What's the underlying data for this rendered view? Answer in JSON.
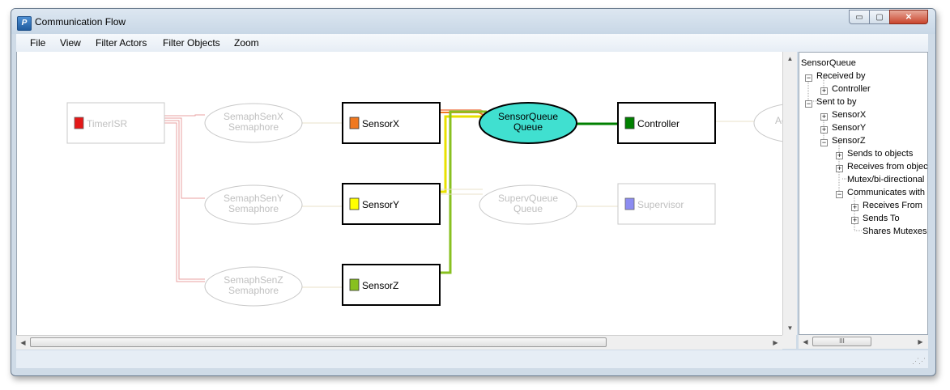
{
  "window": {
    "title": "Communication Flow"
  },
  "window_controls": {
    "minimize": "▭",
    "maximize": "▢",
    "close": "✕"
  },
  "menu": [
    "File",
    "View",
    "Filter Actors",
    "Filter Objects",
    "Zoom"
  ],
  "graph": {
    "actors": [
      {
        "id": "timerisr",
        "label": "TimerISR",
        "color": "#e00000",
        "faded": true
      },
      {
        "id": "sensorx",
        "label": "SensorX",
        "color": "#f07820",
        "faded": false
      },
      {
        "id": "sensory",
        "label": "SensorY",
        "color": "#ffff00",
        "faded": false
      },
      {
        "id": "sensorz",
        "label": "SensorZ",
        "color": "#88c020",
        "faded": false
      },
      {
        "id": "controller",
        "label": "Controller",
        "color": "#008000",
        "faded": false
      },
      {
        "id": "supervisor",
        "label": "Supervisor",
        "color": "#8080f0",
        "faded": true
      },
      {
        "id": "partial",
        "label": "Ac",
        "faded": true
      }
    ],
    "objects": [
      {
        "id": "semaphsenx",
        "name": "SemaphSenX",
        "kind": "Semaphore",
        "faded": true
      },
      {
        "id": "semaphseny",
        "name": "SemaphSenY",
        "kind": "Semaphore",
        "faded": true
      },
      {
        "id": "semaphsenz",
        "name": "SemaphSenZ",
        "kind": "Semaphore",
        "faded": true
      },
      {
        "id": "sensorqueue",
        "name": "SensorQueue",
        "kind": "Queue",
        "faded": false,
        "fill": "#40e0d0"
      },
      {
        "id": "supervqueue",
        "name": "SupervQueue",
        "kind": "Queue",
        "faded": true
      }
    ],
    "edge_colors": {
      "x": "#f07820",
      "y": "#e8e000",
      "z": "#88c020",
      "controller": "#008000",
      "timer": "#e8a0a0"
    }
  },
  "tree": [
    {
      "label": "SensorQueue",
      "level": 0,
      "expander": ""
    },
    {
      "label": "Received by",
      "level": 1,
      "expander": "−"
    },
    {
      "label": "Controller",
      "level": 2,
      "expander": "+"
    },
    {
      "label": "Sent to by",
      "level": 1,
      "expander": "−"
    },
    {
      "label": "SensorX",
      "level": 2,
      "expander": "+"
    },
    {
      "label": "SensorY",
      "level": 2,
      "expander": "+"
    },
    {
      "label": "SensorZ",
      "level": 2,
      "expander": "−"
    },
    {
      "label": "Sends to objects",
      "level": 3,
      "expander": "+"
    },
    {
      "label": "Receives from objects",
      "level": 3,
      "expander": "+"
    },
    {
      "label": "Mutex/bi-directional",
      "level": 3,
      "expander": ""
    },
    {
      "label": "Communicates with a",
      "level": 3,
      "expander": "−"
    },
    {
      "label": "Receives From",
      "level": 4,
      "expander": "+"
    },
    {
      "label": "Sends To",
      "level": 4,
      "expander": "+"
    },
    {
      "label": "Shares Mutexes...",
      "level": 4,
      "expander": ""
    }
  ],
  "scroll": {
    "up": "▲",
    "down": "▼",
    "left": "◀",
    "right": "▶",
    "thumb_grip": "III"
  },
  "status": {
    "grip": "⋰⋰"
  }
}
